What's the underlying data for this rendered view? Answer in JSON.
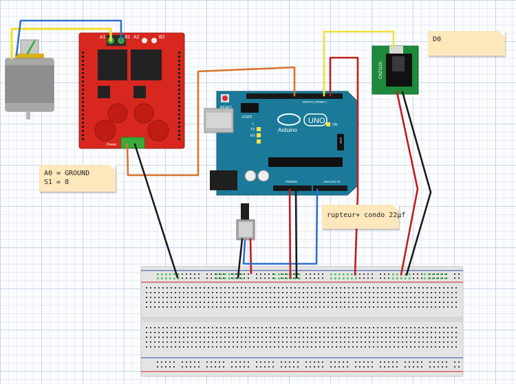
{
  "notes": {
    "d0": "D0",
    "a0": "A0 = GROUND",
    "s1": "S1 = 8",
    "rupteur": "rupteur+ condo 22µf"
  },
  "driver_board": {
    "terminal_labels": [
      "A1",
      "B1",
      "A2",
      "B2"
    ],
    "footer_label": "Power"
  },
  "arduino": {
    "logo": "UNO",
    "brand": "Arduino",
    "reset": "RESET",
    "icsp2": "ICSP2",
    "digital": "DIGITAL (PWM~)",
    "power": "POWER",
    "analog": "ANALOG IN",
    "on": "ON",
    "tx": "TX",
    "rx": "RX",
    "l": "L",
    "icsp": "ICSP"
  },
  "sensor": {
    "label": "CNZ1120"
  },
  "colors": {
    "wire_red": "#c21a1a",
    "wire_black": "#1a1a1a",
    "wire_blue": "#2f6fd0",
    "wire_orange": "#d8722c",
    "wire_yellow": "#f0e040",
    "wire_green": "#3aaa3a",
    "arduino_teal": "#1b7a99",
    "driver_red": "#d8271f",
    "sensor_green": "#1f8a3c",
    "note_bg": "#fde8bc"
  }
}
